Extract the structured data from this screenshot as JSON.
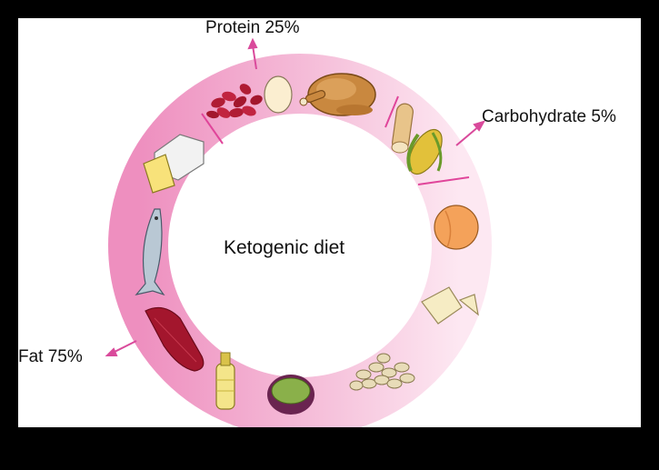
{
  "diagram": {
    "center_text": "Ketogenic diet",
    "segments": [
      {
        "label": "Protein 25%",
        "value": 25
      },
      {
        "label": "Carbohydrate 5%",
        "value": 5
      },
      {
        "label": "Fat 75%",
        "value": 75
      }
    ],
    "foods": {
      "protein": [
        "kidney-beans",
        "egg",
        "roast-chicken"
      ],
      "carbohydrate": [
        "bread",
        "corn"
      ],
      "fat": [
        "peach",
        "cheese",
        "nuts",
        "avocado-bowl",
        "oil-bottle",
        "meat",
        "fish",
        "butter"
      ]
    },
    "colors": {
      "ring": "#f5b5d4",
      "divider": "#e0459a",
      "arrow": "#d94a9b"
    }
  }
}
